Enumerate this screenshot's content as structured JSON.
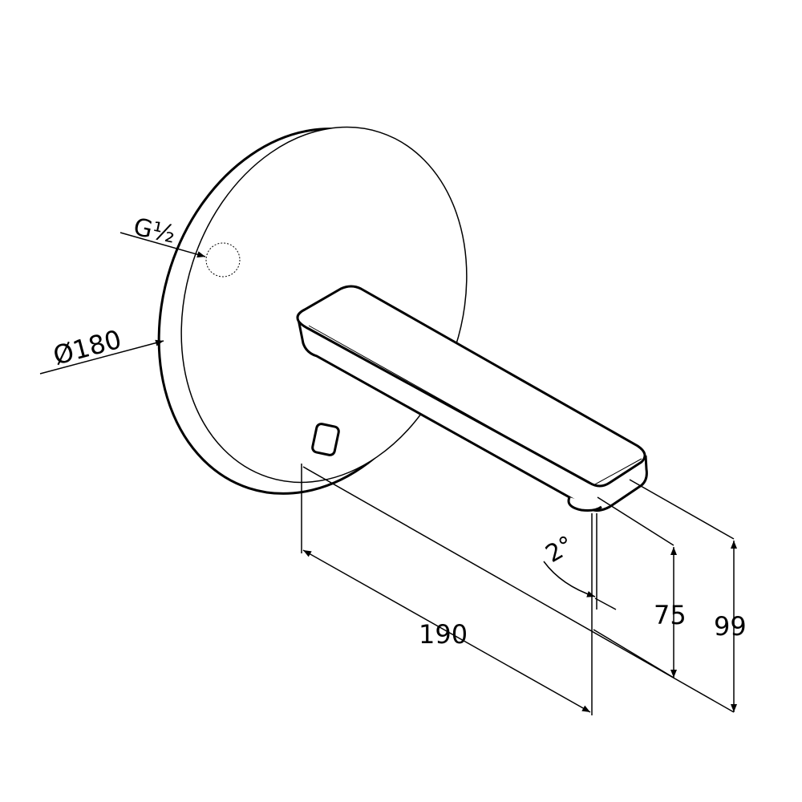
{
  "labels": {
    "thread": "G½",
    "diameter": "Ø180",
    "projection": "190",
    "angle": "2°",
    "outlet_height": "75",
    "total_height": "99"
  }
}
